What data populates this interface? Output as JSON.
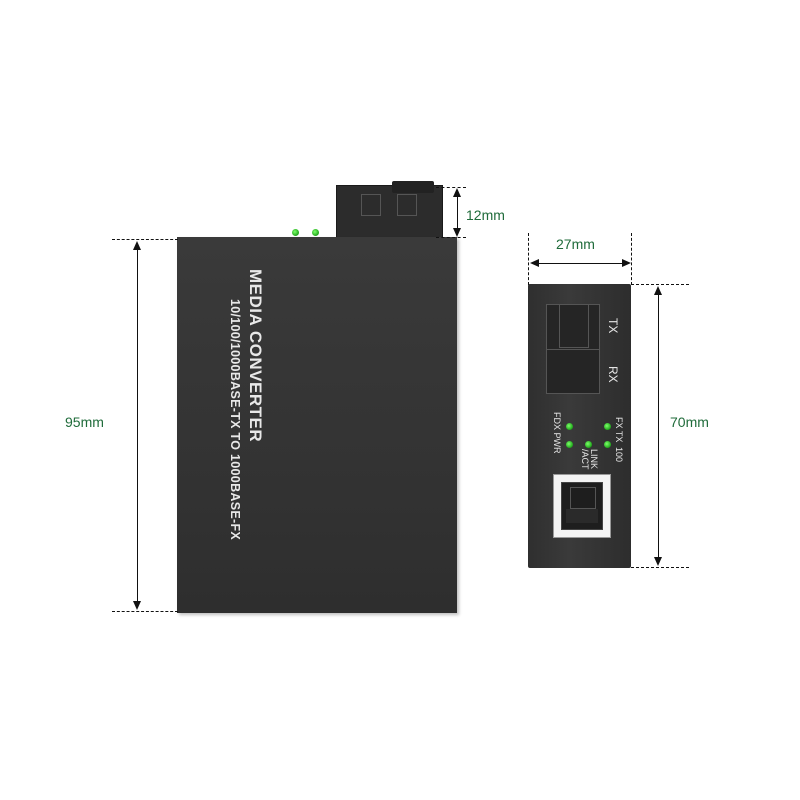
{
  "dimensions": {
    "height_label": "95mm",
    "connector_label": "12mm",
    "width_label": "27mm",
    "front_height_label": "70mm"
  },
  "device": {
    "title": "MEDIA CONVERTER",
    "subtitle": "10/100/1000BASE-TX TO 1000BASE-FX"
  },
  "front_panel": {
    "tx_label": "TX",
    "rx_label": "RX",
    "fx_tx_label": "FX  TX",
    "fdx_pwr_label": "FDX PWR",
    "link_act_label": "LINK /ACT",
    "speed_label": "100"
  },
  "colors": {
    "dimension_text": "#1f6b3a",
    "device_body": "#333333",
    "led_green": "#1fa51a"
  }
}
